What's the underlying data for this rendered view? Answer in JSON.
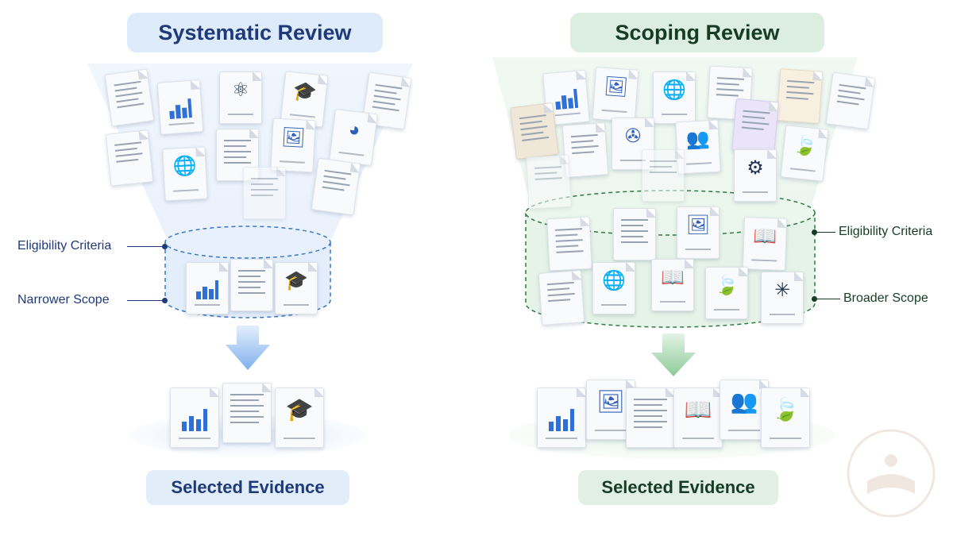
{
  "left": {
    "title": "Systematic Review",
    "labels": {
      "eligibility": "Eligibility Criteria",
      "scope": "Narrower Scope"
    },
    "evidence_label": "Selected Evidence",
    "accent": "#2f6fd6",
    "icons": {
      "arrow": "down-arrow-icon"
    }
  },
  "right": {
    "title": "Scoping Review",
    "labels": {
      "eligibility": "Eligibility Criteria",
      "scope": "Broader Scope"
    },
    "evidence_label": "Selected Evidence",
    "accent": "#3f9a5a",
    "icons": {
      "arrow": "down-arrow-icon"
    }
  },
  "colors": {
    "sys_title_bg": "#deebfb",
    "scp_title_bg": "#dceee0",
    "sys_text": "#1f3a7a",
    "scp_text": "#163c24"
  }
}
